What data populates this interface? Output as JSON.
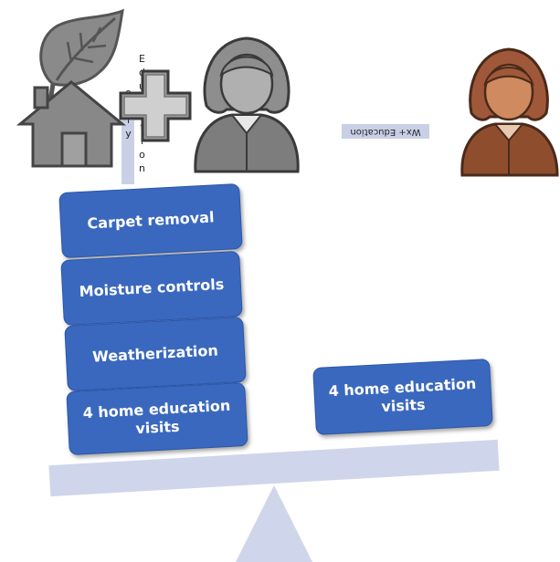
{
  "left_vertical_label": "Education only",
  "right_flipped_label": "Wx+ Education",
  "left_stack": [
    "Carpet removal",
    "Moisture controls",
    "Weatherization",
    "4 home education visits"
  ],
  "right_stack": [
    "4 home education visits"
  ],
  "colors": {
    "box_fill": "#3a68be",
    "beam": "#cfd5ea",
    "person_gray": "#8c8c8c",
    "person_brown": "#a8623e"
  },
  "icons": [
    "house-leaf-icon",
    "plus-icon",
    "person-gray-icon",
    "person-brown-icon"
  ]
}
